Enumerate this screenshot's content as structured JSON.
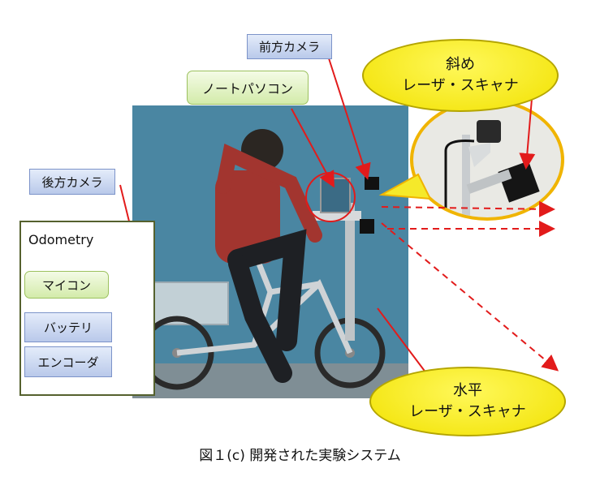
{
  "labels": {
    "front_camera": "前方カメラ",
    "laptop": "ノートパソコン",
    "rear_camera": "後方カメラ",
    "diagonal_scanner_line1": "斜め",
    "diagonal_scanner_line2": "レーザ・スキャナ",
    "horizontal_scanner_line1": "水平",
    "horizontal_scanner_line2": "レーザ・スキャナ"
  },
  "odometry": {
    "title": "Odometry",
    "microcontroller": "マイコン",
    "battery": "バッテリ",
    "encoder": "エンコーダ"
  },
  "caption": "図１(c)  開発された実験システム",
  "colors": {
    "label_blue": "#c9d6f1",
    "label_green": "#e2f3c6",
    "bubble_yellow": "#f5e92a",
    "arrow_red": "#e21b1b",
    "odometry_border": "#55612e"
  }
}
